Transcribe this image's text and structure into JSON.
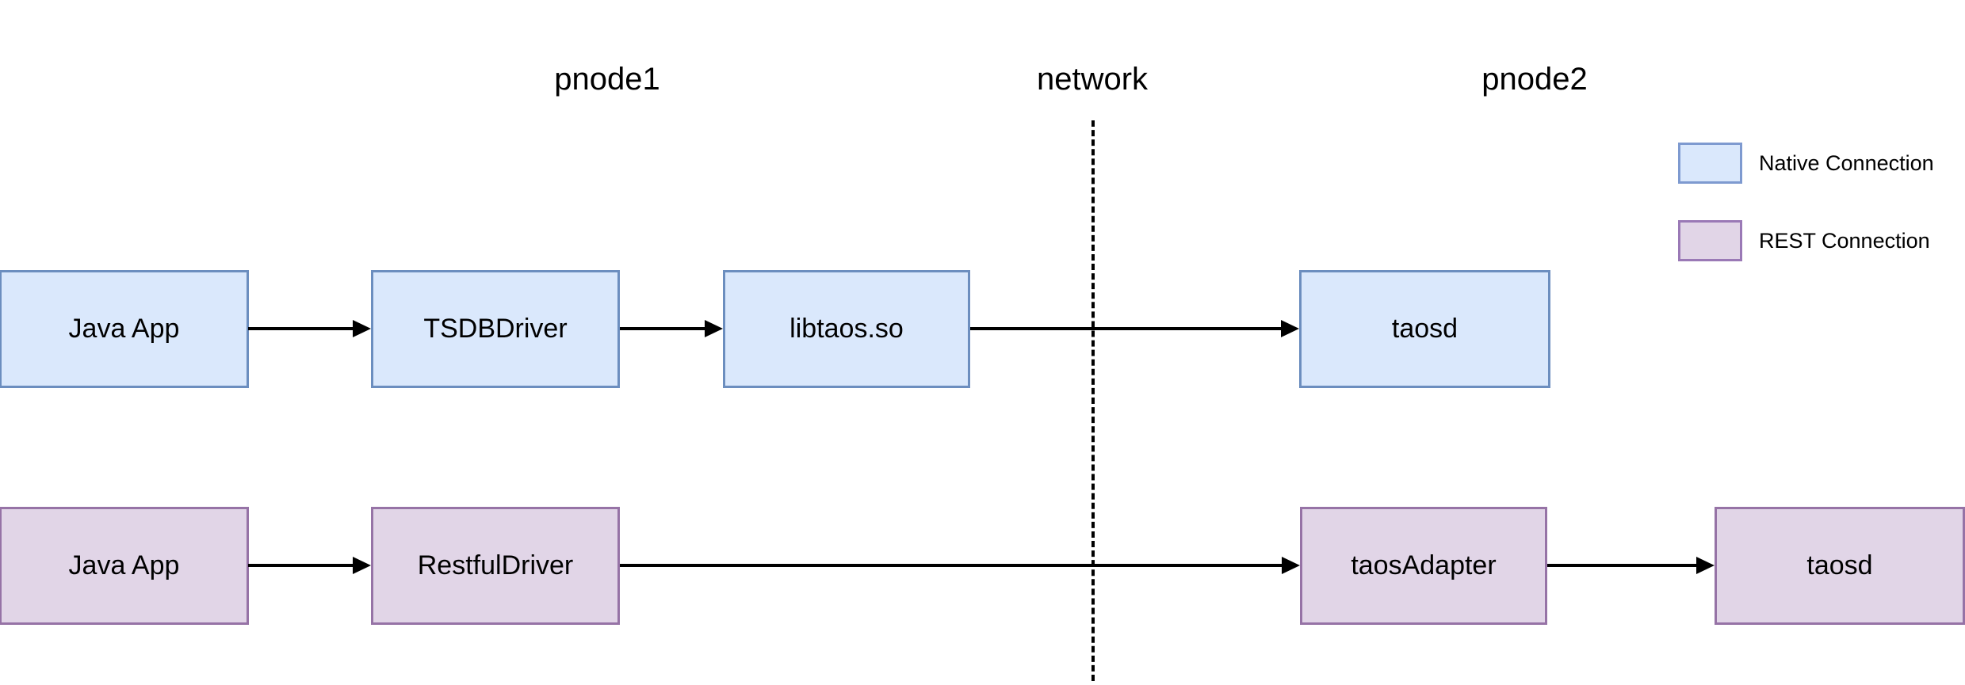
{
  "header": {
    "pnode1": "pnode1",
    "network": "network",
    "pnode2": "pnode2"
  },
  "legend": {
    "native": {
      "label": "Native Connection",
      "fill": "#dae8fc",
      "border": "#7e9ad0"
    },
    "rest": {
      "label": "REST Connection",
      "fill": "#e1d5e7",
      "border": "#9a79b6"
    }
  },
  "nodes": {
    "native": [
      {
        "label": "Java App"
      },
      {
        "label": "TSDBDriver"
      },
      {
        "label": "libtaos.so"
      },
      {
        "label": "taosd"
      }
    ],
    "rest": [
      {
        "label": "Java App"
      },
      {
        "label": "RestfulDriver"
      },
      {
        "label": "taosAdapter"
      },
      {
        "label": "taosd"
      }
    ]
  },
  "colors": {
    "native_fill": "#dae8fc",
    "native_border": "#6c8ebf",
    "rest_fill": "#e1d5e7",
    "rest_border": "#9673a6",
    "arrow": "#000000"
  }
}
